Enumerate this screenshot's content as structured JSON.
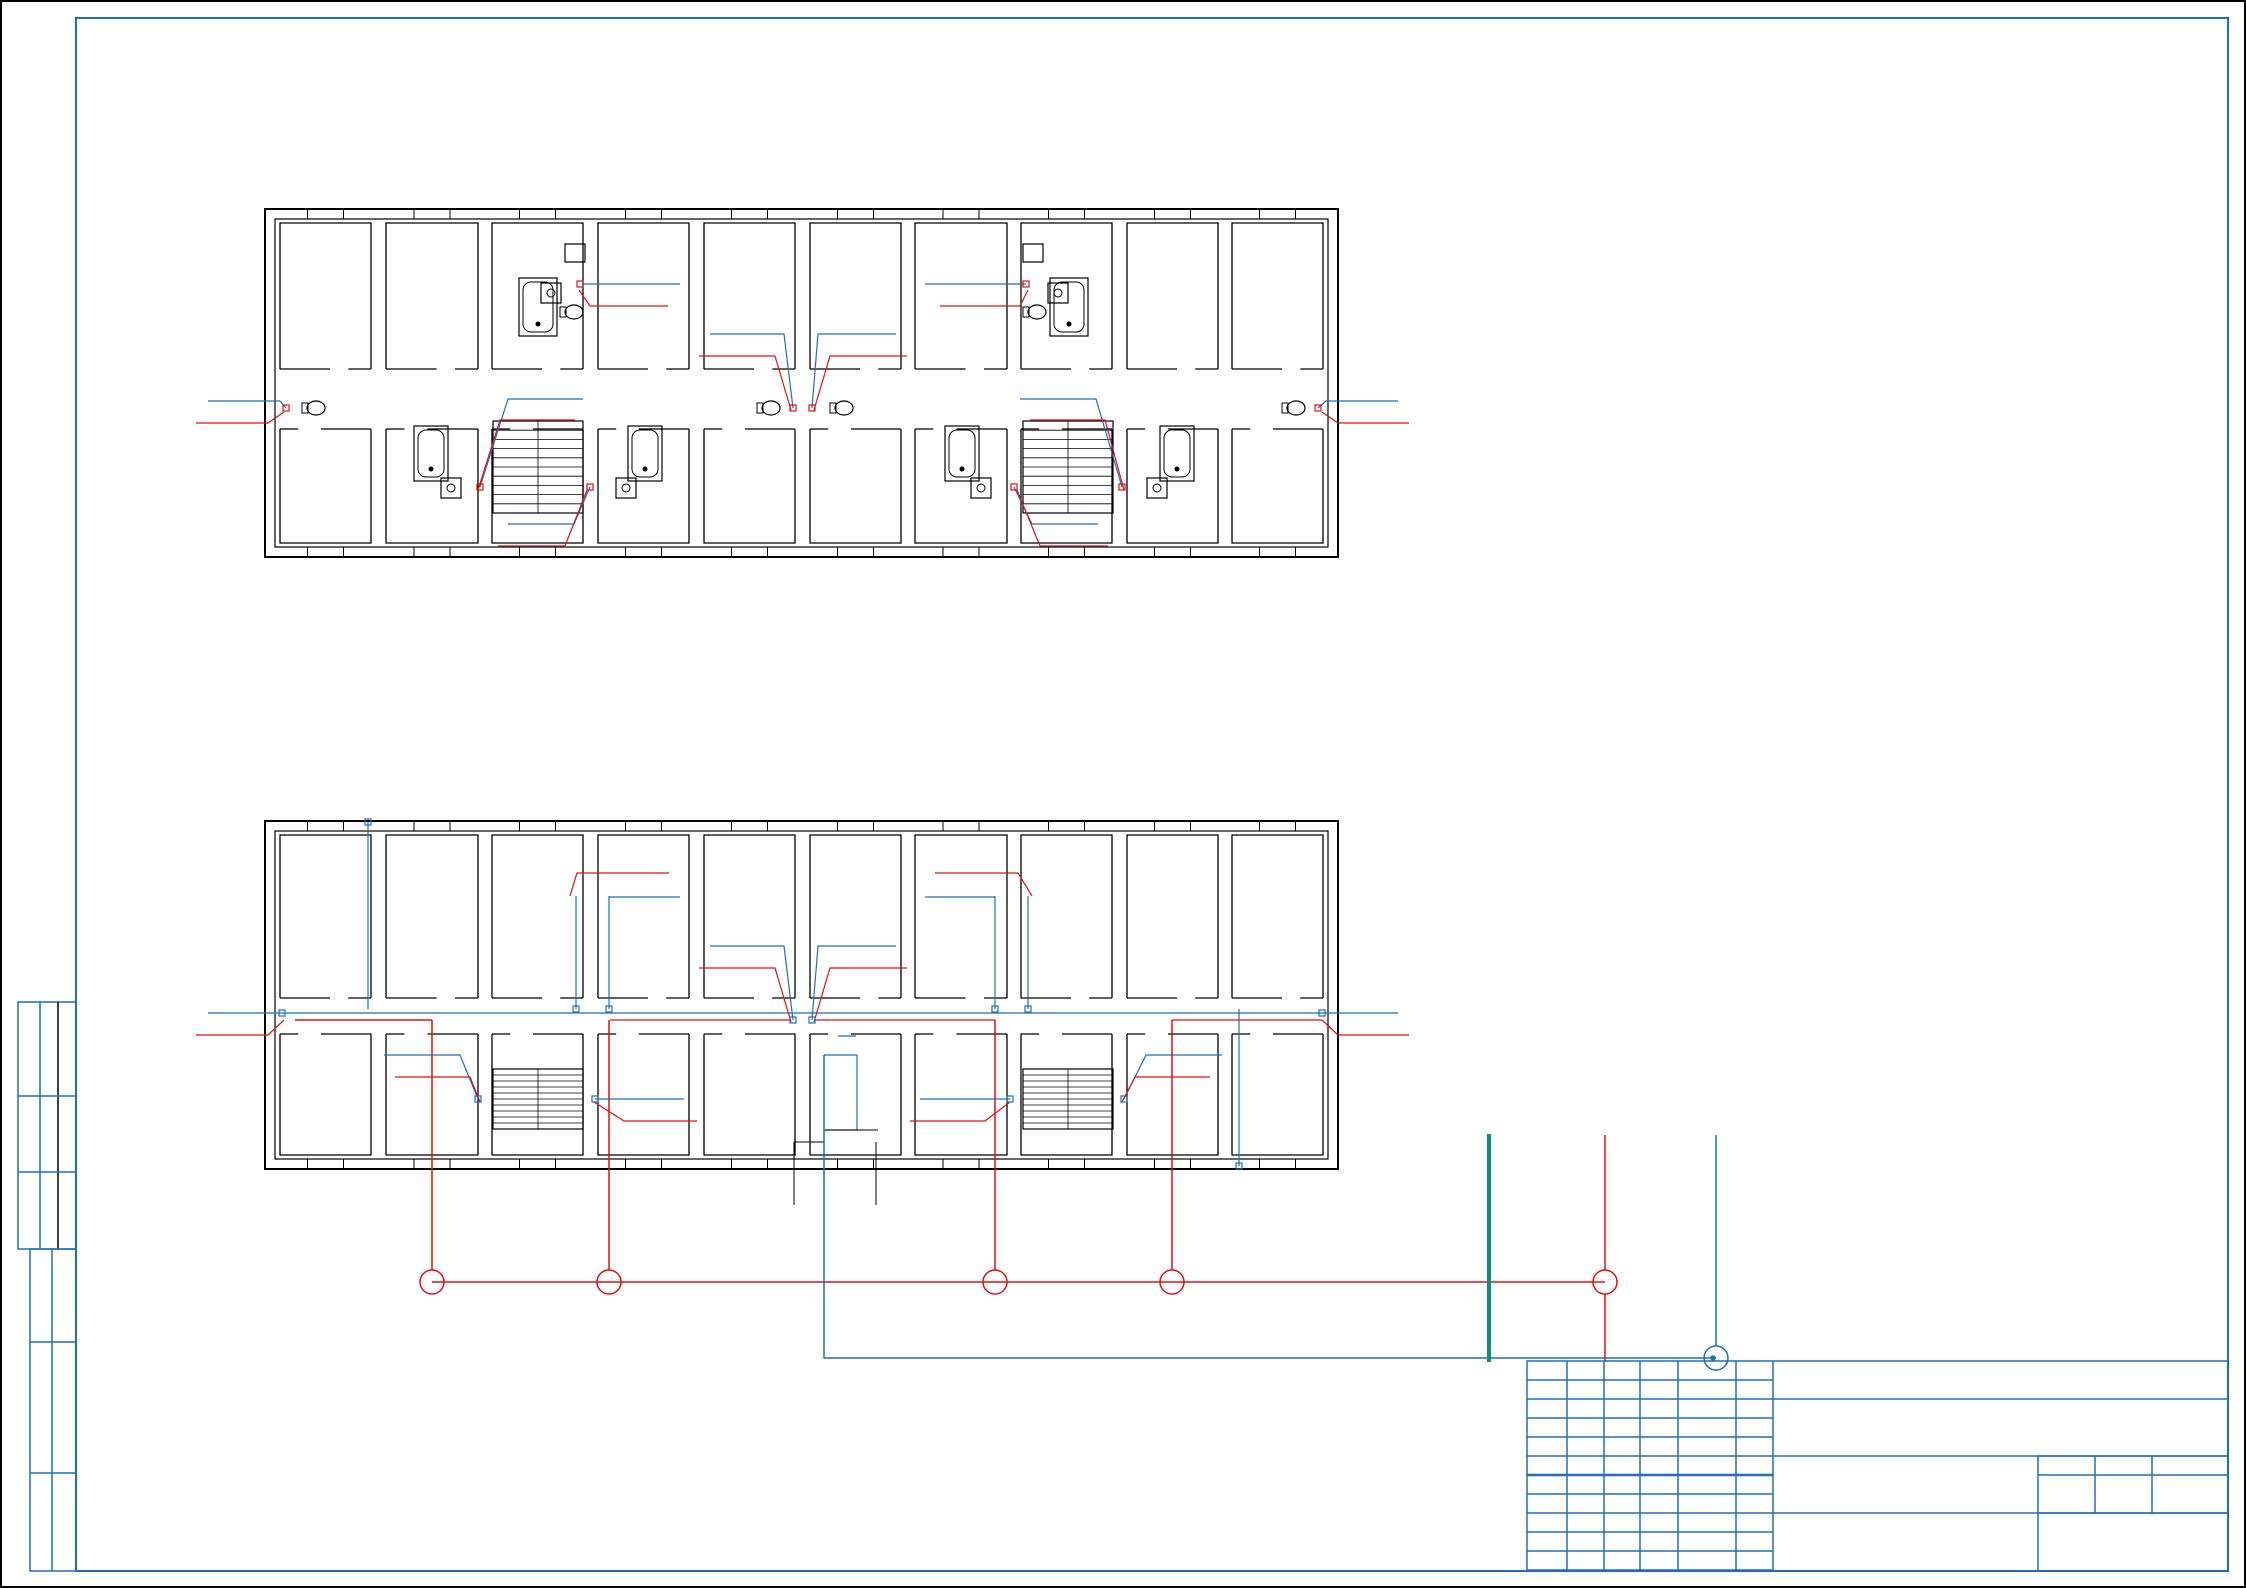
{
  "drawing": {
    "kind": "plumbing-floor-plans",
    "plans": [
      "upper-floor-plan",
      "ground-floor-plan"
    ],
    "line_colors": {
      "frame": "#1e6fc0",
      "walls": "#000000",
      "cold_water": "#1f6fbf",
      "hot_water": "#e01010",
      "riser_main": "#0a8f84"
    },
    "title_block": {
      "filled": false
    }
  }
}
